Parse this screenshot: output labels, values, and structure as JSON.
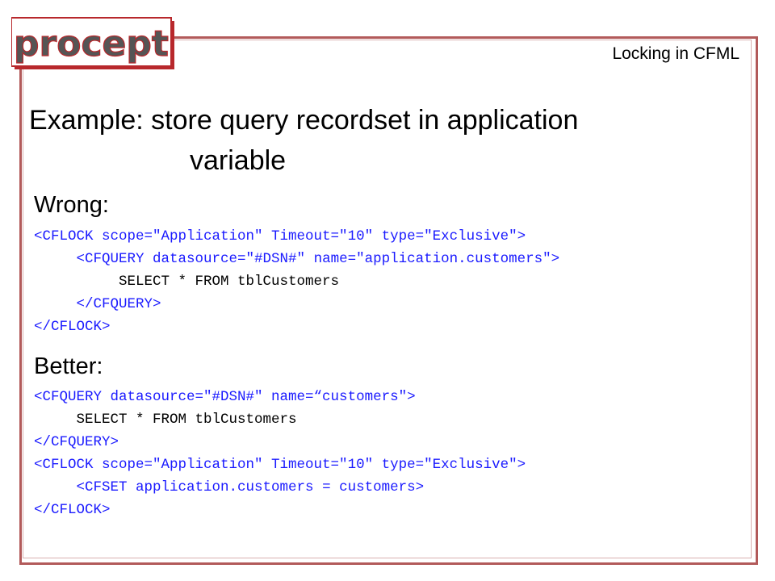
{
  "header": {
    "logo_text": "procept",
    "title": "Locking in CFML"
  },
  "slide": {
    "title_line1": "Example:  store query recordset in application",
    "title_line2": "variable"
  },
  "wrong": {
    "heading": "Wrong:",
    "lines": [
      {
        "parts": [
          {
            "t": "<CFLOCK scope=\"Application\" Timeout=\"10\" type=\"Exclusive\">",
            "c": "blue"
          }
        ]
      },
      {
        "parts": [
          {
            "t": "     ",
            "c": ""
          },
          {
            "t": "<CFQUERY datasource=\"#DSN#\" name=\"application.customers\">",
            "c": "blue"
          }
        ]
      },
      {
        "parts": [
          {
            "t": "          SELECT * FROM tblCustomers",
            "c": ""
          }
        ]
      },
      {
        "parts": [
          {
            "t": "     ",
            "c": ""
          },
          {
            "t": "</CFQUERY>",
            "c": "blue"
          }
        ]
      },
      {
        "parts": [
          {
            "t": "</CFLOCK>",
            "c": "blue"
          }
        ]
      }
    ]
  },
  "better": {
    "heading": "Better:",
    "lines": [
      {
        "parts": [
          {
            "t": "<CFQUERY datasource=\"#DSN#\" name=“customers\">",
            "c": "blue"
          }
        ]
      },
      {
        "parts": [
          {
            "t": "     SELECT * FROM tblCustomers",
            "c": ""
          }
        ]
      },
      {
        "parts": [
          {
            "t": "</CFQUERY>",
            "c": "blue"
          }
        ]
      },
      {
        "parts": [
          {
            "t": "<CFLOCK scope=\"Application\" Timeout=\"10\" type=\"Exclusive\">",
            "c": "blue"
          }
        ]
      },
      {
        "parts": [
          {
            "t": "     ",
            "c": ""
          },
          {
            "t": "<CFSET application.customers = customers>",
            "c": "blue"
          }
        ]
      },
      {
        "parts": [
          {
            "t": "</CFLOCK>",
            "c": "blue"
          }
        ]
      }
    ]
  },
  "colors": {
    "frame": "#b25a5a",
    "logo_red": "#b8282c",
    "logo_gray": "#555555",
    "code_blue": "#1a1aff"
  }
}
